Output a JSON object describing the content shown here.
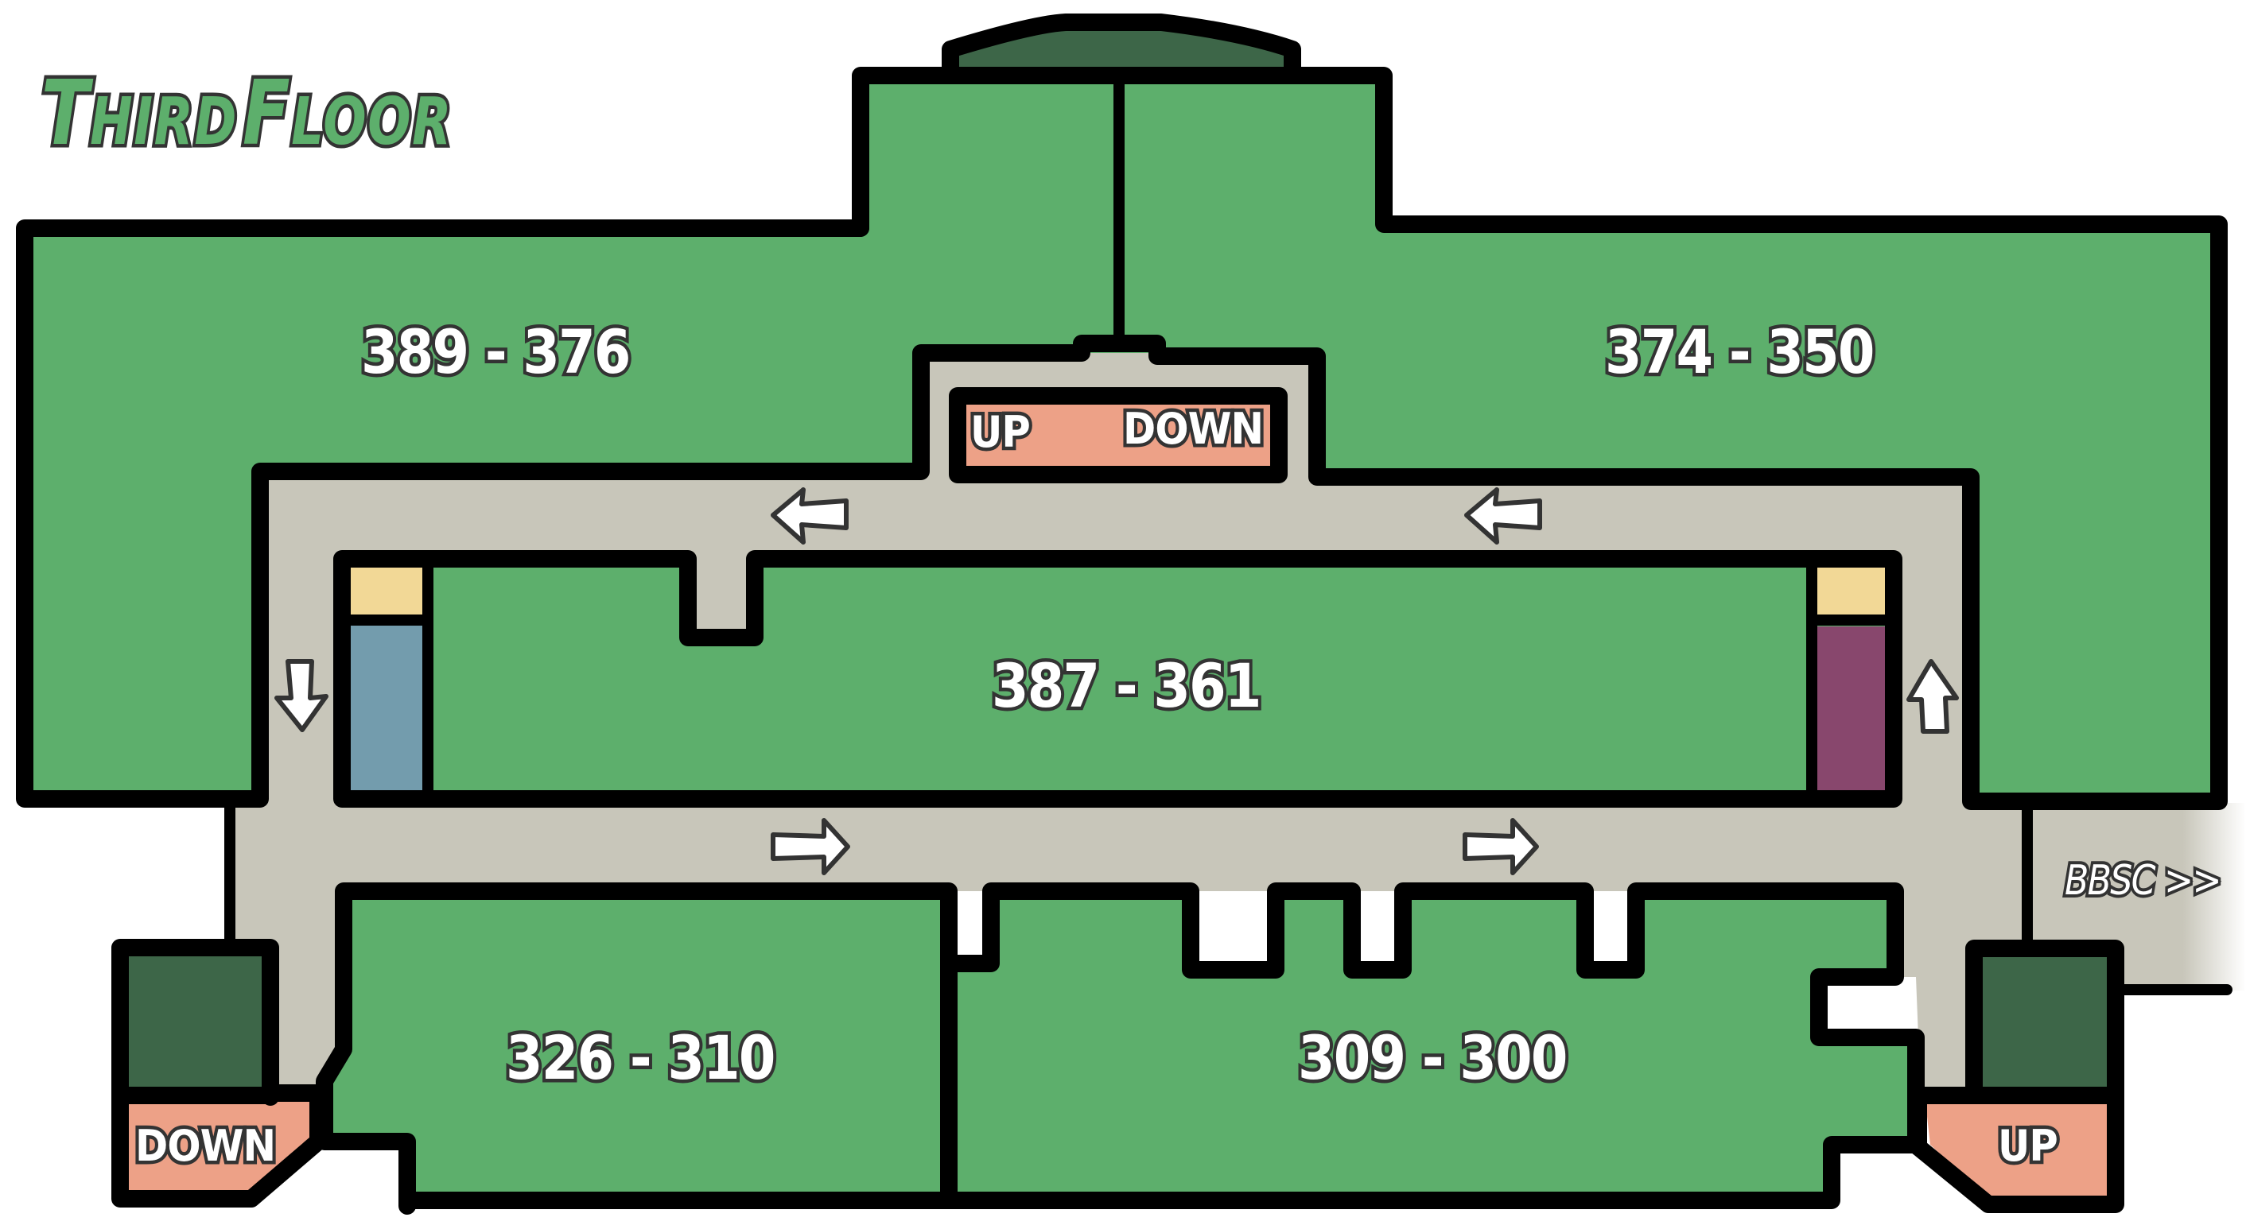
{
  "title": {
    "big1": "T",
    "rest1": "HIRD",
    "big2": "F",
    "rest2": "LOOR",
    "full": "Third Floor"
  },
  "colors": {
    "room": "#5daf6c",
    "stairwell": "#3d6648",
    "corridor": "#c8c6ba",
    "stairs": "#eda187",
    "restroom_yellow": "#f2d896",
    "restroom_blue": "#739cad",
    "restroom_purple": "#88476d",
    "wall": "#000000"
  },
  "rooms": [
    {
      "id": "nw",
      "label": "389 - 376"
    },
    {
      "id": "ne",
      "label": "374 - 350"
    },
    {
      "id": "center",
      "label": "387 - 361"
    },
    {
      "id": "sw",
      "label": "326 - 310"
    },
    {
      "id": "se",
      "label": "309 - 300"
    }
  ],
  "stairs": {
    "central_up": "UP",
    "central_down": "DOWN",
    "southwest": "DOWN",
    "southeast": "UP"
  },
  "exit": {
    "label": "BBSC >>"
  },
  "arrows": [
    {
      "id": "top-left",
      "direction": "left"
    },
    {
      "id": "top-right",
      "direction": "left"
    },
    {
      "id": "left-side",
      "direction": "down"
    },
    {
      "id": "right-side",
      "direction": "up"
    },
    {
      "id": "bottom-left",
      "direction": "right"
    },
    {
      "id": "bottom-right",
      "direction": "right"
    }
  ]
}
